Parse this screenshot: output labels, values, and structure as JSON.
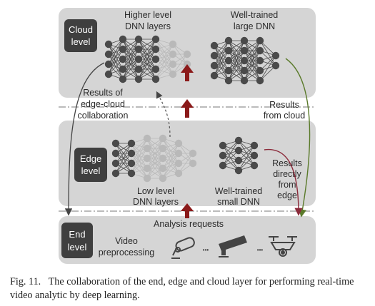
{
  "layers": {
    "cloud": {
      "label_line1": "Cloud",
      "label_line2": "level"
    },
    "edge": {
      "label_line1": "Edge",
      "label_line2": "level"
    },
    "end": {
      "label_line1": "End",
      "label_line2": "level"
    }
  },
  "cloud": {
    "higher_dnn_line1": "Higher level",
    "higher_dnn_line2": "DNN layers",
    "large_dnn_line1": "Well-trained",
    "large_dnn_line2": "large DNN"
  },
  "edge": {
    "low_dnn_line1": "Low level",
    "low_dnn_line2": "DNN layers",
    "small_dnn_line1": "Well-trained",
    "small_dnn_line2": "small DNN"
  },
  "flows": {
    "collab_line1": "Results of",
    "collab_line2": "edge-cloud",
    "collab_line3": "collaboration",
    "from_cloud_line1": "Results",
    "from_cloud_line2": "from cloud",
    "from_edge_line1": "Results",
    "from_edge_line2": "directly",
    "from_edge_line3": "from",
    "from_edge_line4": "edge",
    "analysis_requests": "Analysis requests"
  },
  "end": {
    "video_line1": "Video",
    "video_line2": "preprocessing",
    "ellipsis1": "•••",
    "ellipsis2": "•••"
  },
  "caption": {
    "prefix": "Fig. 11.",
    "text": "The collaboration of the end, edge and cloud layer for performing real-time video analytic by deep learning."
  },
  "colors": {
    "panel": "#d5d5d5",
    "label_box": "#3f3f3f",
    "node": "#4a4a4a",
    "faded_node": "#b9b9b9",
    "up_arrow": "#8b1a1a",
    "edge_result": "#8b2a3a",
    "cloud_result": "#5a7a2a"
  }
}
